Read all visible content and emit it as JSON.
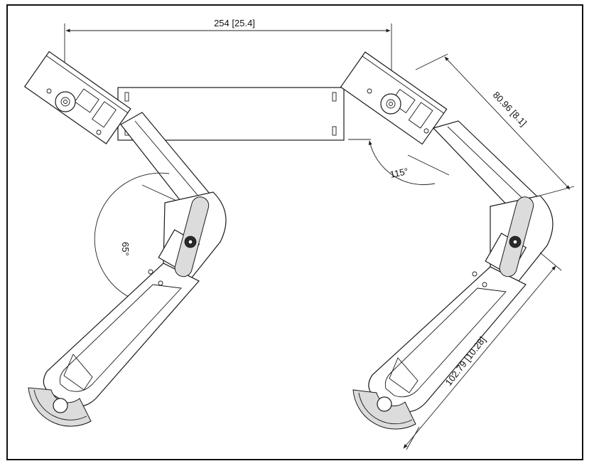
{
  "dimensions": {
    "top_span": "254 [25.4]",
    "upper_link": "80.96 [8.1]",
    "lower_link": "102.79 [10.28]",
    "angle_left": "65°",
    "angle_right": "115°"
  }
}
